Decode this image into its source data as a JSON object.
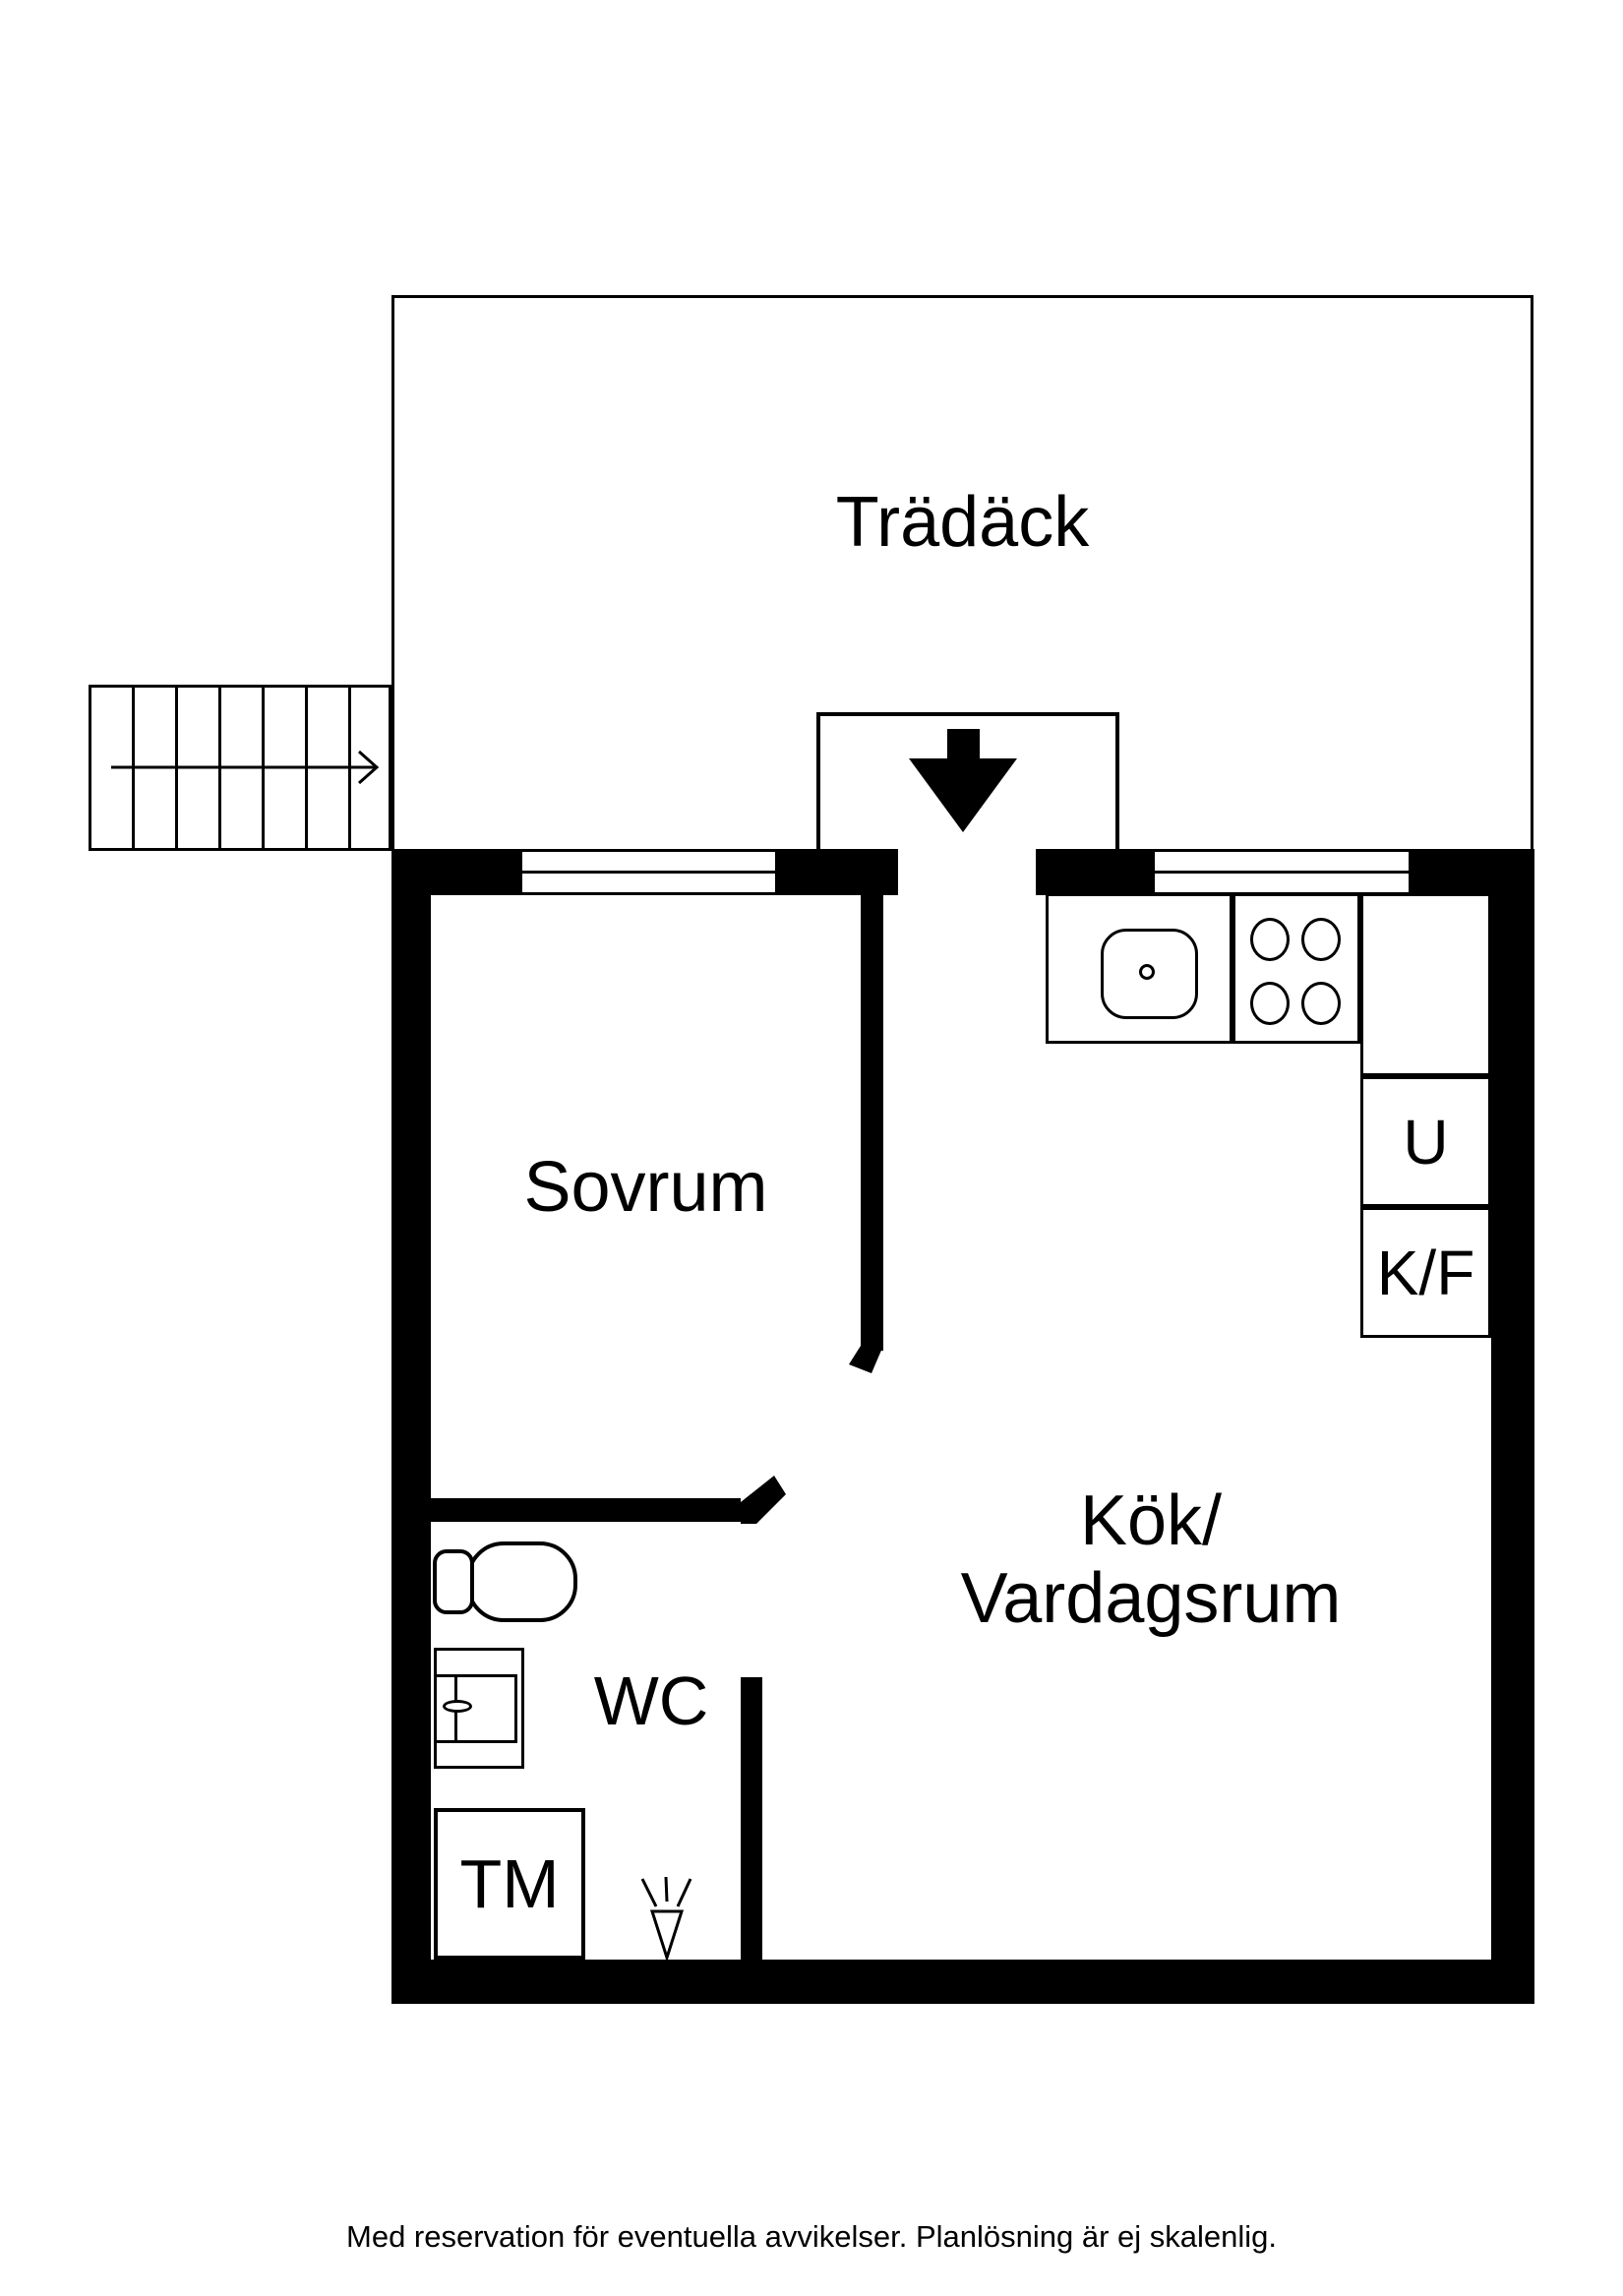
{
  "colors": {
    "ink": "#000000",
    "paper": "#ffffff"
  },
  "plan": {
    "deck": {
      "label": "Trädäck"
    },
    "bedroom": {
      "label": "Sovrum"
    },
    "kitchen_living": {
      "line1": "Kök/",
      "line2": "Vardagsrum"
    },
    "wc": {
      "label": "WC"
    },
    "appliances": {
      "washing_machine": "TM",
      "oven": "U",
      "fridge_freezer": "K/F"
    }
  },
  "footer": {
    "disclaimer": "Med reservation för eventuella avvikelser. Planlösning är ej skalenlig."
  }
}
